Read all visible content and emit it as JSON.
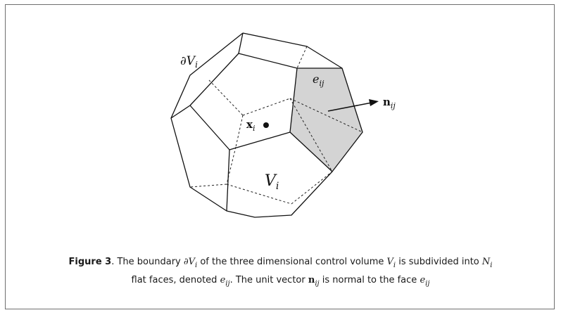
{
  "figure": {
    "labels": {
      "boundary": "∂V",
      "boundary_sub": "i",
      "face": "e",
      "face_sub": "ij",
      "normal": "n",
      "normal_sub": "ij",
      "center": "x",
      "center_sub": "i",
      "volume": "V",
      "volume_sub": "i"
    },
    "colors": {
      "shaded_face": "#d4d4d4",
      "edges": "#111111"
    }
  },
  "caption": {
    "number": "Figure 3",
    "p1": ". The boundary ",
    "boundary": "∂V",
    "boundary_sub": "i",
    "p2": " of the three dimensional control volume ",
    "volume": "V",
    "volume_sub": "i",
    "p3": " is subdivided into ",
    "count": "N",
    "count_sub": "i",
    "p4": "flat faces, denoted ",
    "face": "e",
    "face_sub": "ij",
    "p5": ". The unit vector ",
    "normal": "n",
    "normal_sub": "ij",
    "p6": " is normal to the face ",
    "face2": "e",
    "face2_sub": "ij"
  }
}
